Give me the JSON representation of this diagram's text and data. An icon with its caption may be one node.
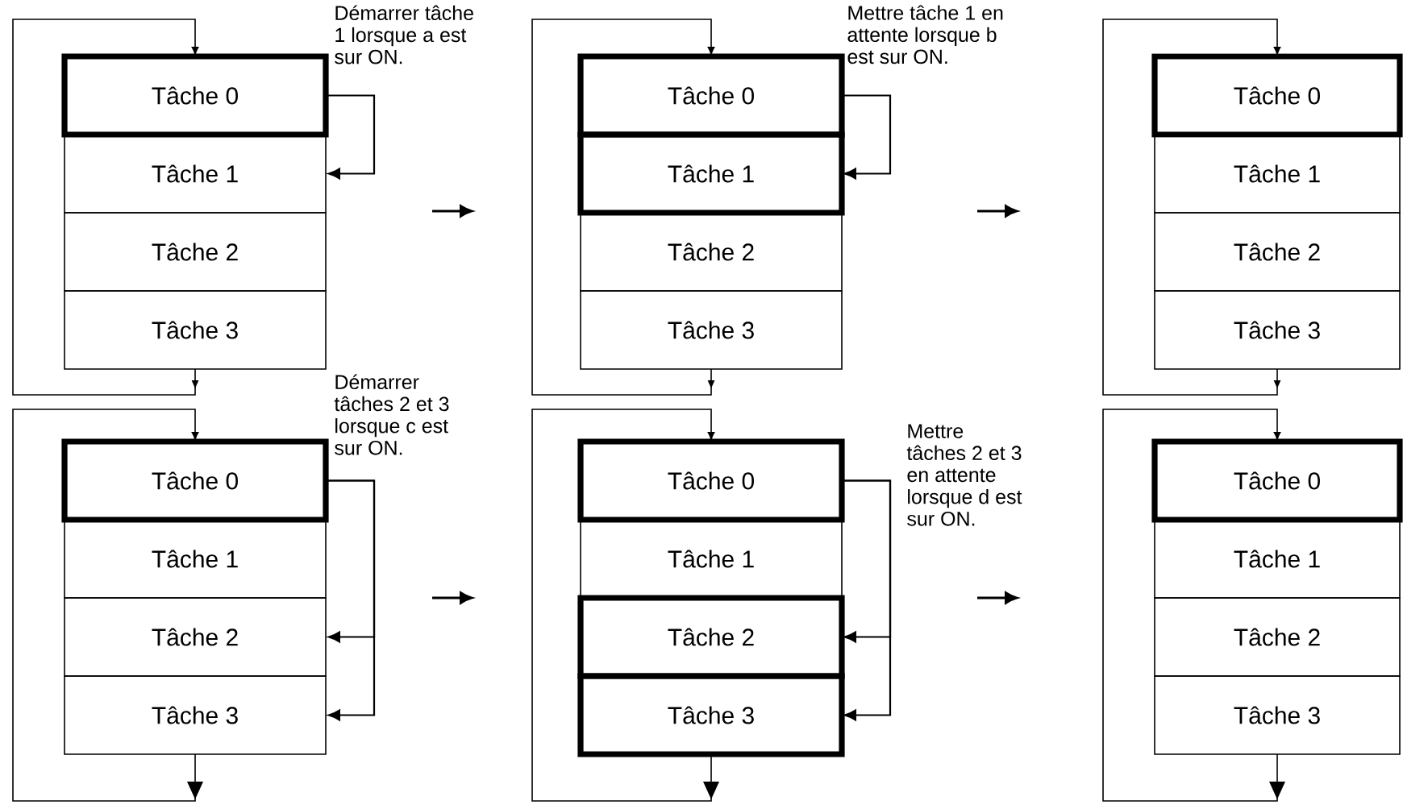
{
  "diagram": {
    "nodes": [
      {
        "text": [
          "Tâche 0"
        ]
      },
      {
        "text": [
          "Tâche 1"
        ]
      },
      {
        "text": [
          "Tâche 2"
        ]
      },
      {
        "text": [
          "Tâche 3"
        ]
      },
      {
        "text": [
          "Tâche 0"
        ]
      },
      {
        "text": [
          "Tâche 1"
        ]
      },
      {
        "text": [
          "Tâche 2"
        ]
      },
      {
        "text": [
          "Tâche 3"
        ]
      },
      {
        "text": [
          "Tâche 0"
        ]
      },
      {
        "text": [
          "Tâche 1"
        ]
      },
      {
        "text": [
          "Tâche 2"
        ]
      },
      {
        "text": [
          "Tâche 3"
        ]
      },
      {
        "text": [
          "Tâche 0"
        ]
      },
      {
        "text": [
          "Tâche 1"
        ]
      },
      {
        "text": [
          "Tâche 2"
        ]
      },
      {
        "text": [
          "Tâche 3"
        ]
      },
      {
        "text": [
          "Tâche 0"
        ]
      },
      {
        "text": [
          "Tâche 1"
        ]
      },
      {
        "text": [
          "Tâche 2"
        ]
      },
      {
        "text": [
          "Tâche 3"
        ]
      },
      {
        "text": [
          "Tâche 0"
        ]
      },
      {
        "text": [
          "Tâche 1"
        ]
      },
      {
        "text": [
          "Tâche 2"
        ]
      },
      {
        "text": [
          "Tâche 3"
        ]
      }
    ],
    "edges": [
      {
        "from": 3,
        "to": 0,
        "arrow": "to"
      },
      {
        "from": 0,
        "to": 1,
        "arrow": "to"
      },
      {
        "from": 7,
        "to": 4,
        "arrow": "to"
      },
      {
        "from": 4,
        "to": 5,
        "arrow": "to"
      },
      {
        "from": 11,
        "to": 8,
        "arrow": "to"
      },
      {
        "from": 15,
        "to": 12,
        "arrow": "to"
      },
      {
        "from": 12,
        "to": 14,
        "arrow": "to"
      },
      {
        "from": 12,
        "to": 15,
        "arrow": "to"
      },
      {
        "from": 19,
        "to": 16,
        "arrow": "to"
      },
      {
        "from": 16,
        "to": 18,
        "arrow": "to"
      },
      {
        "from": 16,
        "to": 19,
        "arrow": "to"
      },
      {
        "from": 23,
        "to": 20,
        "arrow": "to"
      }
    ],
    "labels": [
      "Démarrer tâche 1 lorsque a est sur ON.",
      "Mettre tâche 1 en attente lorsque b est sur ON.",
      "Démarrer tâches 2 et 3 lorsque c est sur ON.",
      "Mettre tâches 2 et 3 en attente lorsque d est sur ON."
    ]
  }
}
